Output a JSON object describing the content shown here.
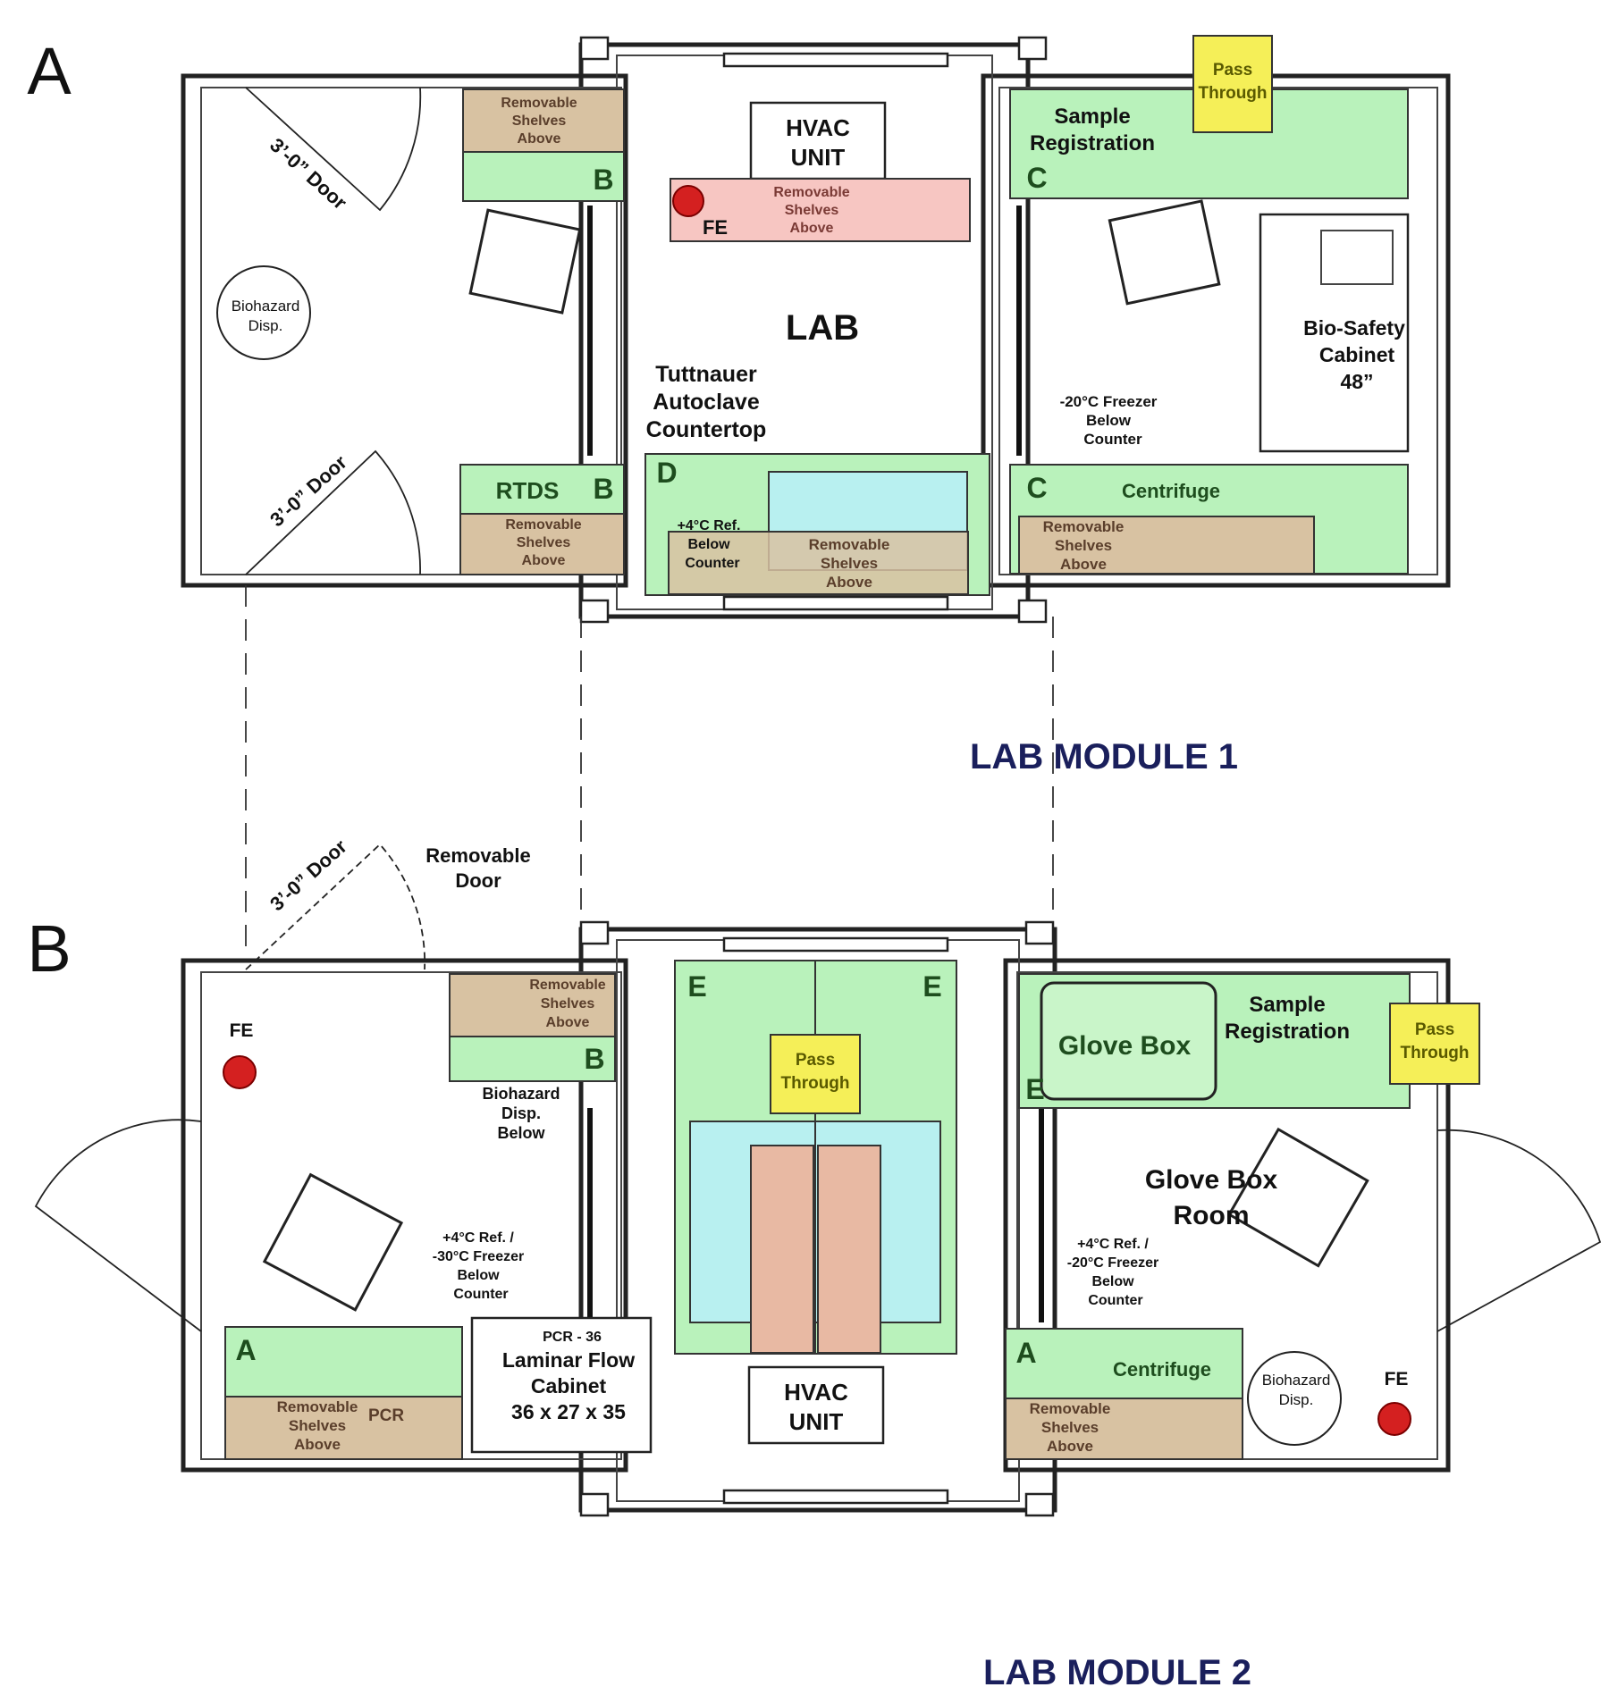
{
  "panels": {
    "a": {
      "letter": "A",
      "module_title": "LAB MODULE 1",
      "room_label": "LAB",
      "door_top": "3’-0” Door",
      "door_bottom": "3’-0” Door",
      "biohazard_1": "Biohazard",
      "biohazard_2": "Disp.",
      "shelf_b_top": [
        "Removable",
        "Shelves",
        "Above"
      ],
      "zone_b": "B",
      "zone_b2": "B",
      "rtds": "RTDS",
      "shelf_b_bottom": [
        "Removable",
        "Shelves",
        "Above"
      ],
      "hvac": [
        "HVAC",
        "UNIT"
      ],
      "shelf_pink": [
        "Removable",
        "Shelves",
        "Above"
      ],
      "fe": "FE",
      "autoclave": [
        "Tuttnauer",
        "Autoclave",
        "Countertop"
      ],
      "zone_d": "D",
      "ref_4c": [
        "+4°C Ref.",
        "Below",
        "Counter"
      ],
      "shelf_d": [
        "Removable",
        "Shelves",
        "Above"
      ],
      "pass_through": [
        "Pass",
        "Through"
      ],
      "sample_reg": [
        "Sample",
        "Registration"
      ],
      "zone_c": "C",
      "zone_c2": "C",
      "bsc": [
        "Bio-Safety",
        "Cabinet",
        "48”"
      ],
      "freezer": [
        "-20°C Freezer",
        "Below",
        "Counter"
      ],
      "centrifuge": "Centrifuge",
      "shelf_c": [
        "Removable",
        "Shelves",
        "Above"
      ]
    },
    "b": {
      "letter": "B",
      "module_title": "LAB MODULE 2",
      "door": "3’-0” Door",
      "removable_door": [
        "Removable",
        "Door"
      ],
      "fe_left": "FE",
      "shelf_b": [
        "Removable",
        "Shelves",
        "Above"
      ],
      "zone_b": "B",
      "biohazard_below": [
        "Biohazard",
        "Disp.",
        "Below"
      ],
      "ref_freezer": [
        "+4°C Ref. /",
        "-30°C Freezer",
        "Below",
        "Counter"
      ],
      "zone_a": "A",
      "shelf_a": [
        "Removable",
        "Shelves",
        "Above"
      ],
      "pcr": "PCR",
      "pcr36": "PCR - 36",
      "laminar": [
        "Laminar Flow",
        "Cabinet",
        "36 x 27 x 35"
      ],
      "zone_e_left": "E",
      "zone_e_right": "E",
      "pass_center": [
        "Pass",
        "Through"
      ],
      "hvac": [
        "HVAC",
        "UNIT"
      ],
      "glove_box": "Glove Box",
      "sample_reg": [
        "Sample",
        "Registration"
      ],
      "zone_e_gb": "E",
      "pass_right": [
        "Pass",
        "Through"
      ],
      "gb_room": [
        "Glove Box",
        "Room"
      ],
      "ref_freezer_r": [
        "+4°C Ref. /",
        "-20°C Freezer",
        "Below",
        "Counter"
      ],
      "zone_a_r": "A",
      "centrifuge": "Centrifuge",
      "shelf_r": [
        "Removable",
        "Shelves",
        "Above"
      ],
      "biohazard_r": [
        "Biohazard",
        "Disp."
      ],
      "fe_right": "FE"
    }
  },
  "colors": {
    "counter_green": "#b9f2bb",
    "shelf_tan": "#d8c2a2",
    "shelf_pink": "#f7c6c2",
    "equipment_cyan": "#b8f0f0",
    "pass_through_yellow": "#f5ef58",
    "fire_extinguisher_red": "#d42020",
    "title_navy": "#1a1f5c"
  }
}
